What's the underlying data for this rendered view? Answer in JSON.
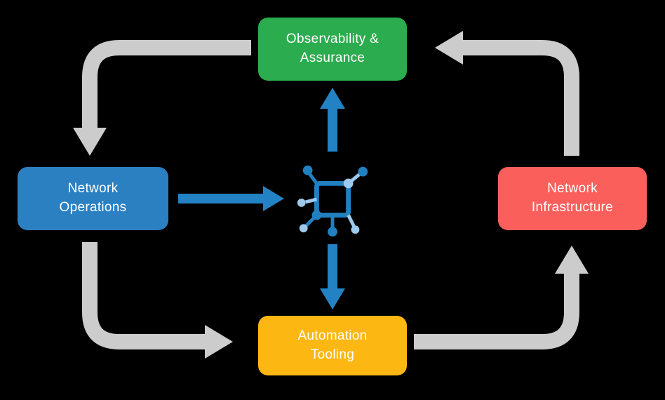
{
  "title": "Network automation cycle diagram",
  "background_color": "#000000",
  "nodes": {
    "observability": {
      "line1": "Observability &",
      "line2": "Assurance",
      "color": "#2bac4e"
    },
    "operations": {
      "line1": "Network",
      "line2": "Operations",
      "color": "#2b80c2"
    },
    "infrastructure": {
      "line1": "Network",
      "line2": "Infrastructure",
      "color": "#fa5f5c"
    },
    "automation": {
      "line1": "Automation",
      "line2": "Tooling",
      "color": "#fcb713"
    }
  },
  "arrows": {
    "gray_color": "#cccccc",
    "blue_color": "#2382c4",
    "flow": [
      "observability-to-operations",
      "operations-to-automation",
      "automation-to-infrastructure",
      "infrastructure-to-observability",
      "operations-to-center-icon",
      "center-icon-to-observability",
      "center-icon-to-automation"
    ]
  },
  "center_icon": {
    "name": "network-topology-icon",
    "primary_color": "#2180c0",
    "secondary_color": "#9fc9ec"
  }
}
